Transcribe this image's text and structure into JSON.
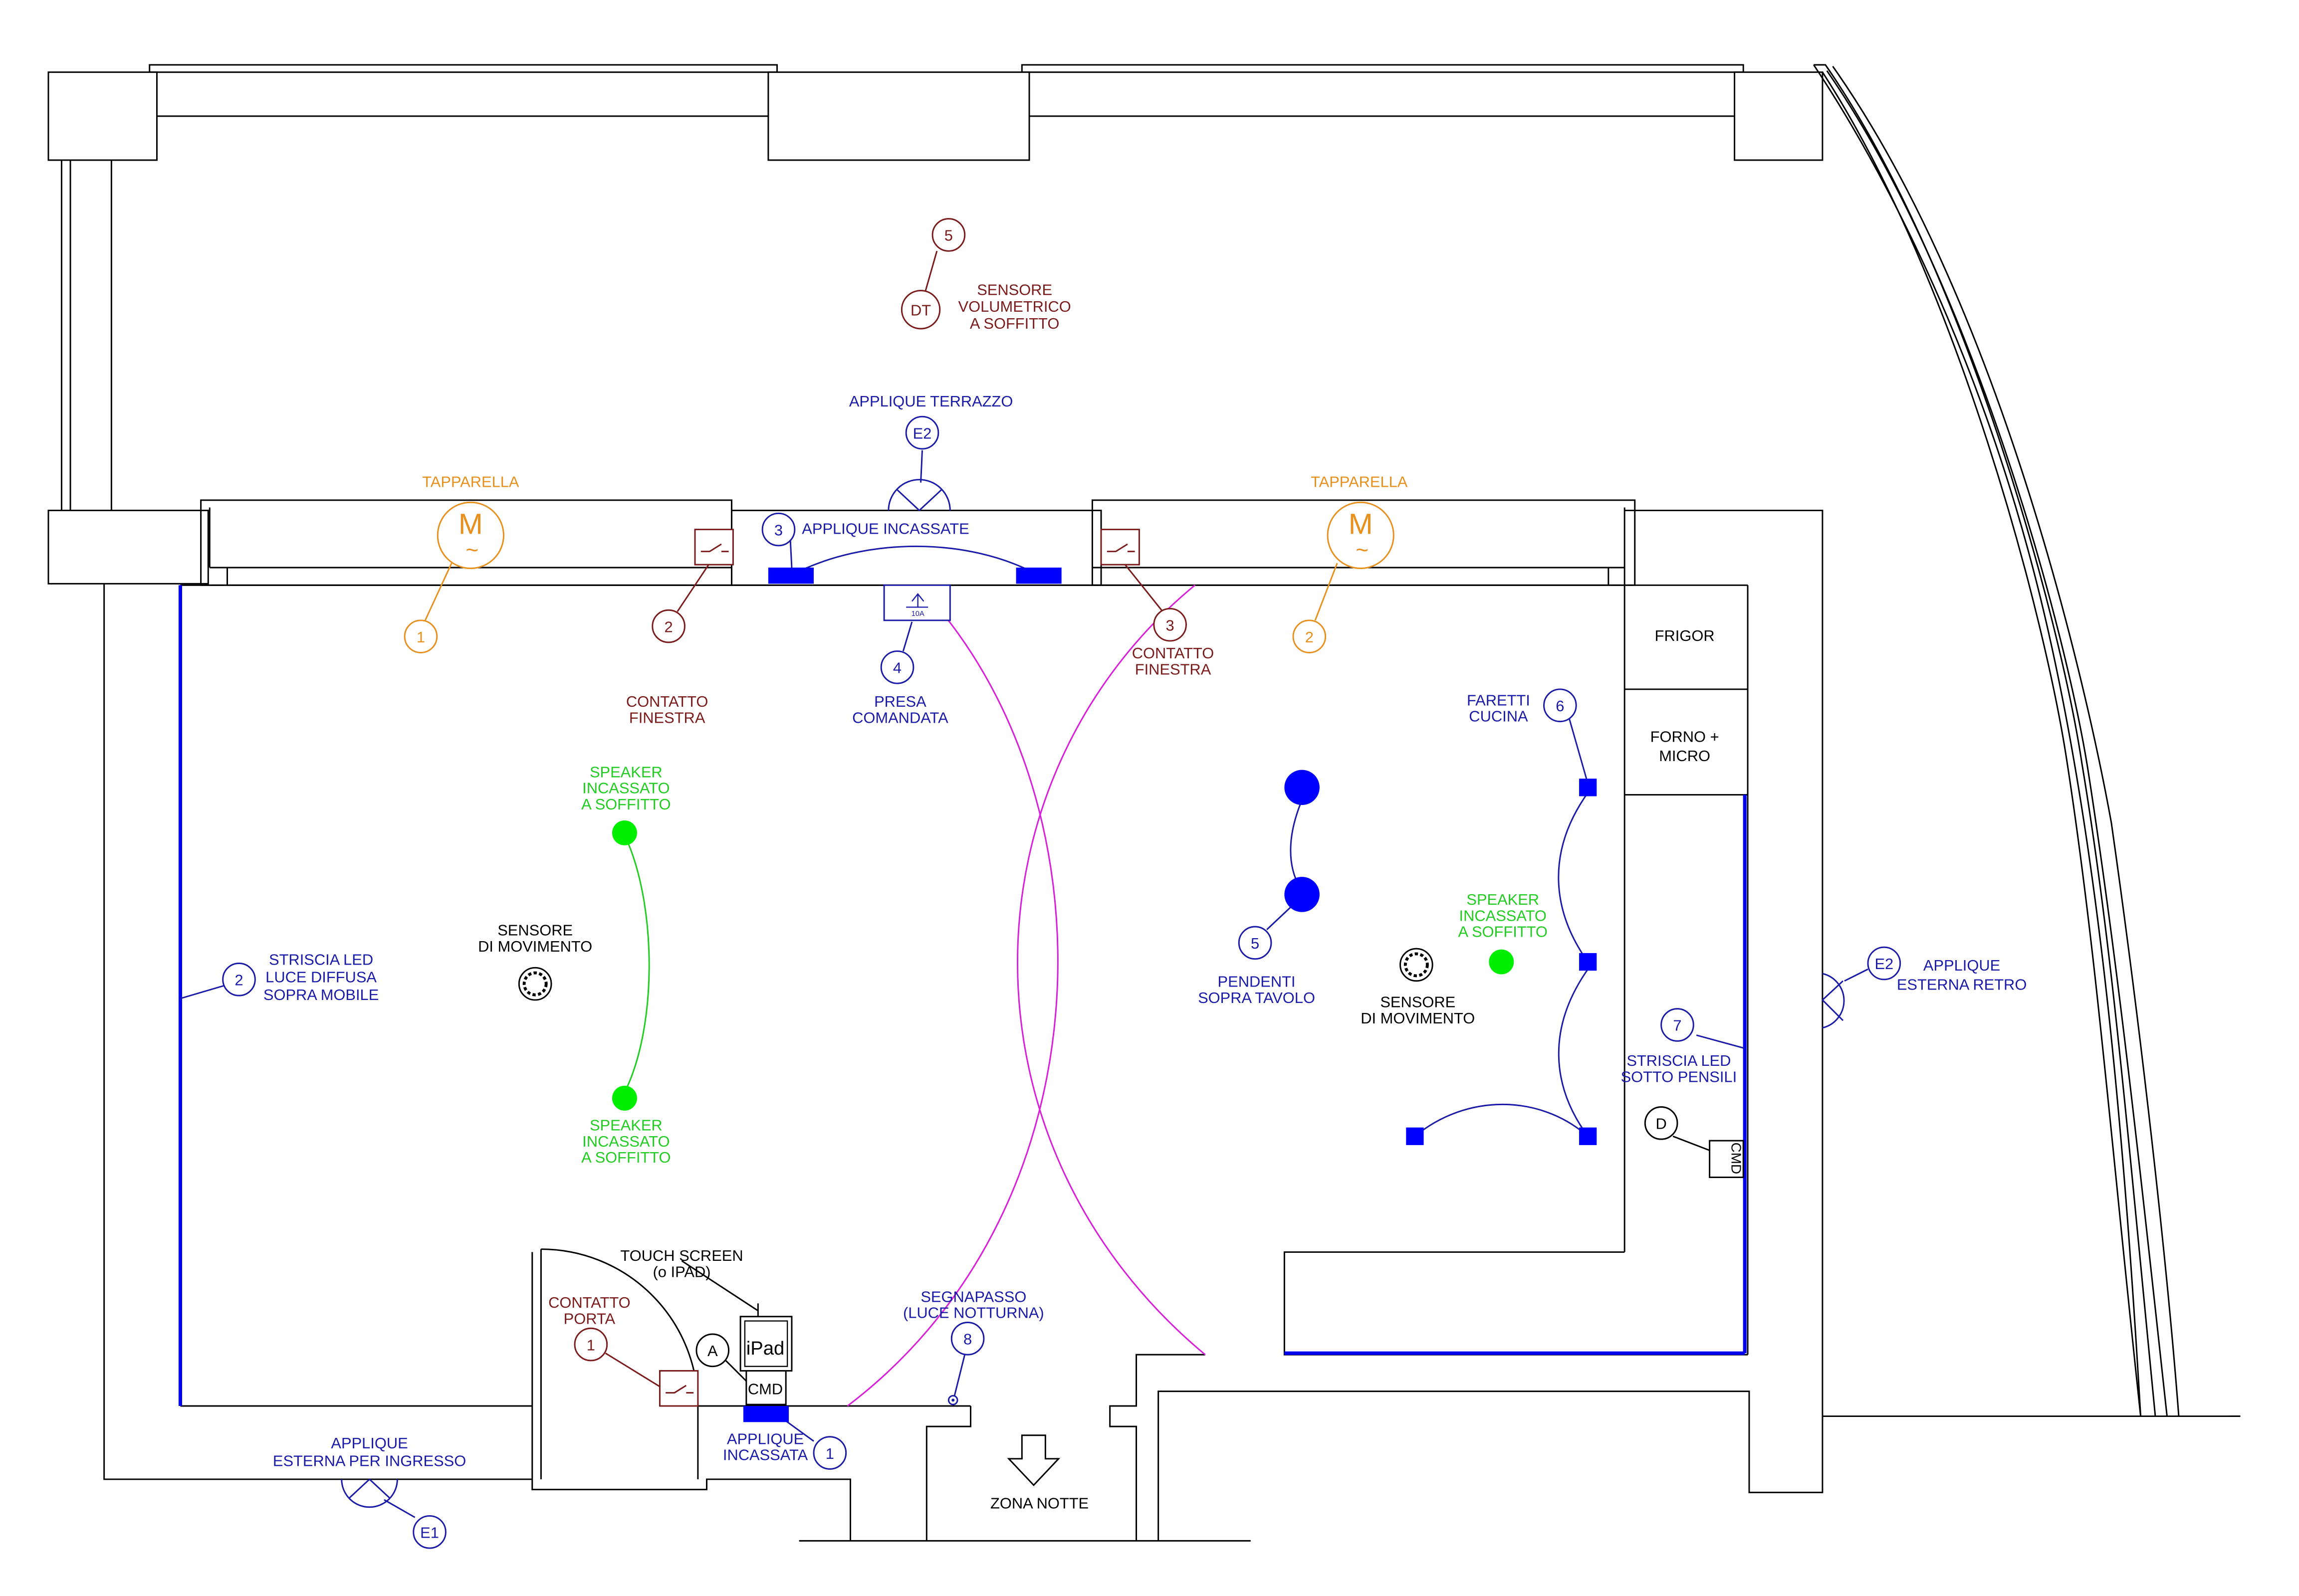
{
  "colors": {
    "wall": "#000000",
    "sensor": "#7a1a1a",
    "lighting": "#1a1aa8",
    "lighting_fill": "#0000ff",
    "shutter": "#e8901e",
    "audio": "#22cc22",
    "audio_fill": "#00ee00",
    "sensor_range": "#d81ed8",
    "led_strip": "#0000ee"
  },
  "tags": {
    "dt": "DT",
    "sensor_5": "5",
    "e2_top": "E2",
    "e2_right": "E2",
    "e1": "E1",
    "light_3": "3",
    "contact_2": "2",
    "contact_3": "3",
    "shutter_1": "1",
    "shutter_2": "2",
    "socket_4": "4",
    "light_6": "6",
    "light_5": "5",
    "led_2": "2",
    "led_7": "7",
    "d": "D",
    "a": "A",
    "contact_1": "1",
    "light_1": "1",
    "light_8": "8"
  },
  "motor_symbol": {
    "m": "M",
    "tilde": "~"
  },
  "labels": {
    "sensor_volumetric": [
      "SENSORE",
      "VOLUMETRICO",
      "A SOFFITTO"
    ],
    "applique_terrace": "APPLIQUE TERRAZZO",
    "shutter_left": "TAPPARELLA",
    "shutter_right": "TAPPARELLA",
    "applique_recessed_top": "APPLIQUE INCASSATE",
    "contact_window_left": [
      "CONTATTO",
      "FINESTRA"
    ],
    "contact_window_right": [
      "CONTATTO",
      "FINESTRA"
    ],
    "socket_controlled": [
      "PRESA",
      "COMANDATA"
    ],
    "socket_rating": "10A",
    "speaker_top": [
      "SPEAKER",
      "INCASSATO",
      "A SOFFITTO"
    ],
    "speaker_bottom": [
      "SPEAKER",
      "INCASSATO",
      "A SOFFITTO"
    ],
    "speaker_right": [
      "SPEAKER",
      "INCASSATO",
      "A SOFFITTO"
    ],
    "motion_left": [
      "SENSORE",
      "DI MOVIMENTO"
    ],
    "motion_right": [
      "SENSORE",
      "DI MOVIMENTO"
    ],
    "led_strip_left": [
      "STRISCIA LED",
      "LUCE DIFFUSA",
      "SOPRA MOBILE"
    ],
    "kitchen_spots": [
      "FARETTI",
      "CUCINA"
    ],
    "pendants": [
      "PENDENTI",
      "SOPRA TAVOLO"
    ],
    "fridge": "FRIGOR",
    "oven": [
      "FORNO +",
      "MICRO"
    ],
    "applique_back": [
      "APPLIQUE",
      "ESTERNA RETRO"
    ],
    "led_strip_right": [
      "STRISCIA LED",
      "SOTTO PENSILI"
    ],
    "cmd_kitchen": "CMD",
    "touch_screen": [
      "TOUCH SCREEN",
      "(o IPAD)"
    ],
    "ipad": "iPad",
    "cmd_entry": "CMD",
    "door_contact": [
      "CONTATTO",
      "PORTA"
    ],
    "step_light": [
      "SEGNAPASSO",
      "(LUCE NOTTURNA)"
    ],
    "applique_recessed_entry": [
      "APPLIQUE",
      "INCASSATA"
    ],
    "applique_entry_outside": [
      "APPLIQUE",
      "ESTERNA PER INGRESSO"
    ],
    "night_zone": "ZONA NOTTE"
  }
}
